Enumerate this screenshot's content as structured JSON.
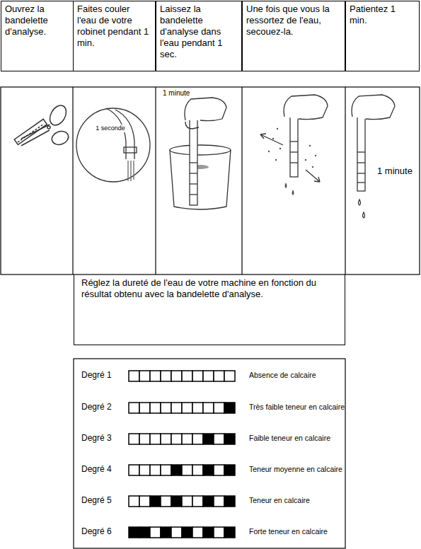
{
  "diagram": {
    "nodes": [
      {
        "text": [
          "Ouvrez la bandelette d'analyse."
        ]
      },
      {
        "text": [
          "Faites couler l'eau de votre robinet pendant 1 min."
        ]
      },
      {
        "text": [
          "Laissez la bandelette d'analyse dans l'eau pendant 1 sec."
        ]
      },
      {
        "text": [
          "Une fois que vous la ressortez de l'eau, secouez-la."
        ]
      },
      {
        "text": [
          "Patientez 1 min."
        ]
      },
      {
        "text": [
          "Réglez la dureté de l'eau de votre machine en fonction du résultat obtenu avec la bandelette d'analyse."
        ]
      }
    ],
    "labels": [
      "1 seconde",
      "1 minute",
      "1 minute",
      "Degré 1",
      "Absence de calcaire",
      "Degré 2",
      "Très faible teneur en calcaire",
      "Degré 3",
      "Faible teneur en calcaire",
      "Degré 4",
      "Teneur moyenne en calcaire",
      "Degré 5",
      "Teneur en calcaire",
      "Degré 6",
      "Forte teneur en calcaire"
    ]
  }
}
